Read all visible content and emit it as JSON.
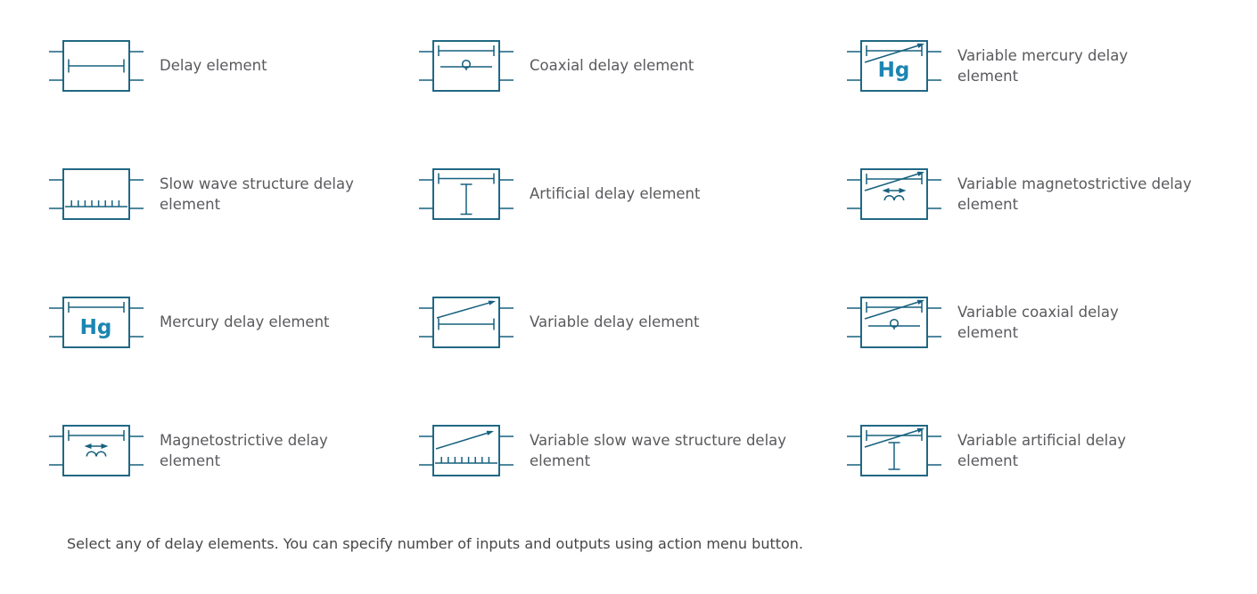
{
  "colors": {
    "symbol_stroke": "#16607E",
    "hg_text": "#1C85B2",
    "label_text": "#5A5A5E",
    "footer_text": "#474749",
    "background": "#FFFFFF"
  },
  "library": {
    "hg_label": "Hg",
    "items": [
      {
        "icon": "delay-element-icon",
        "symbol": "delay",
        "label": "Delay element"
      },
      {
        "icon": "coaxial-delay-element-icon",
        "symbol": "coaxial",
        "label": "Coaxial delay element"
      },
      {
        "icon": "variable-mercury-delay-element-icon",
        "symbol": "variable-mercury",
        "label": "Variable mercury delay\nelement"
      },
      {
        "icon": "slow-wave-structure-delay-element-icon",
        "symbol": "slow-wave",
        "label": "Slow wave structure delay\nelement"
      },
      {
        "icon": "artificial-delay-element-icon",
        "symbol": "artificial",
        "label": "Artificial delay element"
      },
      {
        "icon": "variable-magnetostrictive-delay-element-icon",
        "symbol": "variable-magnetostrictive",
        "label": "Variable magnetostrictive delay\nelement"
      },
      {
        "icon": "mercury-delay-element-icon",
        "symbol": "mercury",
        "label": "Mercury delay element"
      },
      {
        "icon": "variable-delay-element-icon",
        "symbol": "variable",
        "label": "Variable delay element"
      },
      {
        "icon": "variable-coaxial-delay-element-icon",
        "symbol": "variable-coaxial",
        "label": "Variable coaxial delay\nelement"
      },
      {
        "icon": "magnetostrictive-delay-element-icon",
        "symbol": "magnetostrictive",
        "label": "Magnetostrictive delay\nelement"
      },
      {
        "icon": "variable-slow-wave-structure-delay-element-icon",
        "symbol": "variable-slow-wave",
        "label": "Variable slow wave structure delay\nelement"
      },
      {
        "icon": "variable-artificial-delay-element-icon",
        "symbol": "variable-artificial",
        "label": "Variable artificial delay\nelement"
      }
    ]
  },
  "footer": {
    "note": "Select any of delay elements. You can specify number of inputs and outputs using action menu button."
  }
}
